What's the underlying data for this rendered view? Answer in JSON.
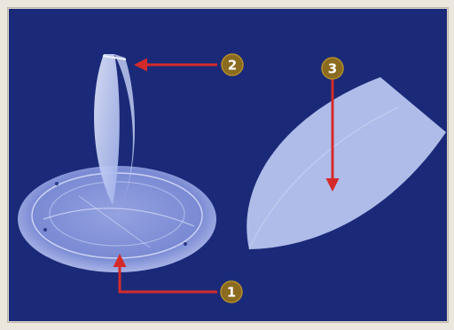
{
  "callouts": [
    {
      "id": "1",
      "label": "1"
    },
    {
      "id": "2",
      "label": "2"
    },
    {
      "id": "3",
      "label": "3"
    }
  ],
  "colors": {
    "background": "#1a2a78",
    "arrow": "#d42a2a",
    "badge": "#8a6b1f",
    "part": "#b9c6f0"
  }
}
